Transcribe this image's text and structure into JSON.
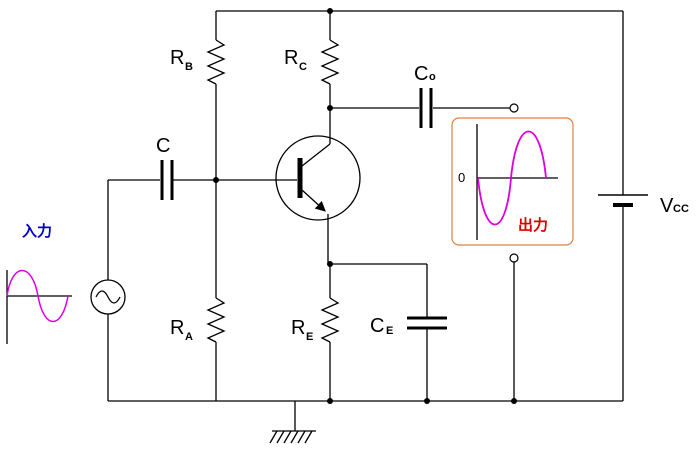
{
  "labels": {
    "rb_main": "R",
    "rb_sub": "B",
    "rc_main": "R",
    "rc_sub": "C",
    "co_main": "C",
    "co_sub": "o",
    "c_in": "C",
    "ra_main": "R",
    "ra_sub": "A",
    "re_main": "R",
    "re_sub": "E",
    "ce_main": "C",
    "ce_sub": "E",
    "vcc_main": "V",
    "vcc_sub": "CC",
    "input": "入力",
    "output": "出力",
    "zero": "0"
  },
  "colors": {
    "wire": "#000000",
    "input_label": "#0000cc",
    "output_label": "#dd0000",
    "wave": "#dd00dd",
    "scope_border": "#e08040"
  }
}
